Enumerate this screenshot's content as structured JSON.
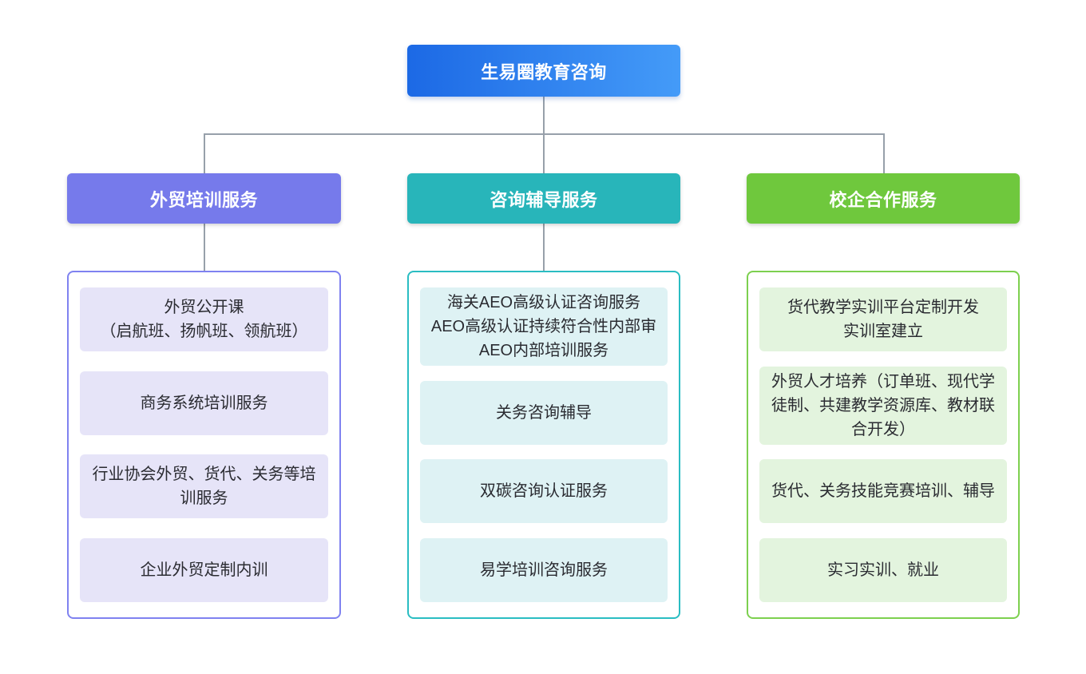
{
  "diagram": {
    "title": "生易圈教育咨询",
    "canvas_colors": {
      "line": "#97a0aa"
    },
    "root": {
      "label": "生易圈教育咨询",
      "colors": {
        "from": "#1c69e5",
        "to": "#449bf8"
      }
    },
    "columns": [
      {
        "header": "外贸培训服务",
        "colors": {
          "header": "#767aeb",
          "border": "#7f82f0",
          "item": "#e6e4f8"
        },
        "items": [
          "外贸公开课\n（启航班、扬帆班、领航班）",
          "商务系统培训服务",
          "行业协会外贸、货代、关务等培训服务",
          "企业外贸定制内训"
        ]
      },
      {
        "header": "咨询辅导服务",
        "colors": {
          "header": "#28b5ba",
          "border": "#2abdc2",
          "item": "#def2f4"
        },
        "items": [
          "海关AEO高级认证咨询服务\nAEO高级认证持续符合性内部审\nAEO内部培训服务",
          "关务咨询辅导",
          "双碳咨询认证服务",
          "易学培训咨询服务"
        ]
      },
      {
        "header": "校企合作服务",
        "colors": {
          "header": "#6fc83d",
          "border": "#7dd04f",
          "item": "#e3f4de"
        },
        "items": [
          "货代教学实训平台定制开发\n实训室建立",
          "外贸人才培养（订单班、现代学徒制、共建教学资源库、教材联合开发）",
          "货代、关务技能竞赛培训、辅导",
          "实习实训、就业"
        ]
      }
    ]
  }
}
